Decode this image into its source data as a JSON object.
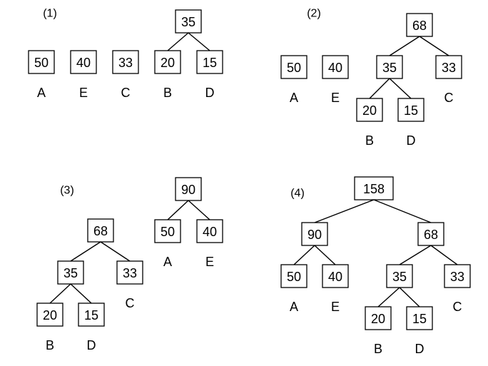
{
  "panels": [
    {
      "label": "(1)",
      "nodes": [
        {
          "id": "a",
          "value": "50",
          "letter": "A"
        },
        {
          "id": "e",
          "value": "40",
          "letter": "E"
        },
        {
          "id": "c",
          "value": "33",
          "letter": "C"
        },
        {
          "id": "b",
          "value": "20",
          "letter": "B"
        },
        {
          "id": "d",
          "value": "15",
          "letter": "D"
        },
        {
          "id": "bd",
          "value": "35",
          "letter": ""
        }
      ],
      "edges": [
        [
          "bd",
          "b"
        ],
        [
          "bd",
          "d"
        ]
      ]
    },
    {
      "label": "(2)",
      "nodes": [
        {
          "id": "a",
          "value": "50",
          "letter": "A"
        },
        {
          "id": "e",
          "value": "40",
          "letter": "E"
        },
        {
          "id": "bdc",
          "value": "68",
          "letter": ""
        },
        {
          "id": "bd",
          "value": "35",
          "letter": ""
        },
        {
          "id": "c",
          "value": "33",
          "letter": "C"
        },
        {
          "id": "b",
          "value": "20",
          "letter": "B"
        },
        {
          "id": "d",
          "value": "15",
          "letter": "D"
        }
      ],
      "edges": [
        [
          "bdc",
          "bd"
        ],
        [
          "bdc",
          "c"
        ],
        [
          "bd",
          "b"
        ],
        [
          "bd",
          "d"
        ]
      ]
    },
    {
      "label": "(3)",
      "nodes": [
        {
          "id": "ae",
          "value": "90",
          "letter": ""
        },
        {
          "id": "a",
          "value": "50",
          "letter": "A"
        },
        {
          "id": "e",
          "value": "40",
          "letter": "E"
        },
        {
          "id": "bdc",
          "value": "68",
          "letter": ""
        },
        {
          "id": "bd",
          "value": "35",
          "letter": ""
        },
        {
          "id": "c",
          "value": "33",
          "letter": "C"
        },
        {
          "id": "b",
          "value": "20",
          "letter": "B"
        },
        {
          "id": "d",
          "value": "15",
          "letter": "D"
        }
      ],
      "edges": [
        [
          "ae",
          "a"
        ],
        [
          "ae",
          "e"
        ],
        [
          "bdc",
          "bd"
        ],
        [
          "bdc",
          "c"
        ],
        [
          "bd",
          "b"
        ],
        [
          "bd",
          "d"
        ]
      ]
    },
    {
      "label": "(4)",
      "nodes": [
        {
          "id": "root",
          "value": "158",
          "letter": ""
        },
        {
          "id": "ae",
          "value": "90",
          "letter": ""
        },
        {
          "id": "bdc",
          "value": "68",
          "letter": ""
        },
        {
          "id": "a",
          "value": "50",
          "letter": "A"
        },
        {
          "id": "e",
          "value": "40",
          "letter": "E"
        },
        {
          "id": "bd",
          "value": "35",
          "letter": ""
        },
        {
          "id": "c",
          "value": "33",
          "letter": "C"
        },
        {
          "id": "b",
          "value": "20",
          "letter": "B"
        },
        {
          "id": "d",
          "value": "15",
          "letter": "D"
        }
      ],
      "edges": [
        [
          "root",
          "ae"
        ],
        [
          "root",
          "bdc"
        ],
        [
          "ae",
          "a"
        ],
        [
          "ae",
          "e"
        ],
        [
          "bdc",
          "bd"
        ],
        [
          "bdc",
          "c"
        ],
        [
          "bd",
          "b"
        ],
        [
          "bd",
          "d"
        ]
      ]
    }
  ]
}
